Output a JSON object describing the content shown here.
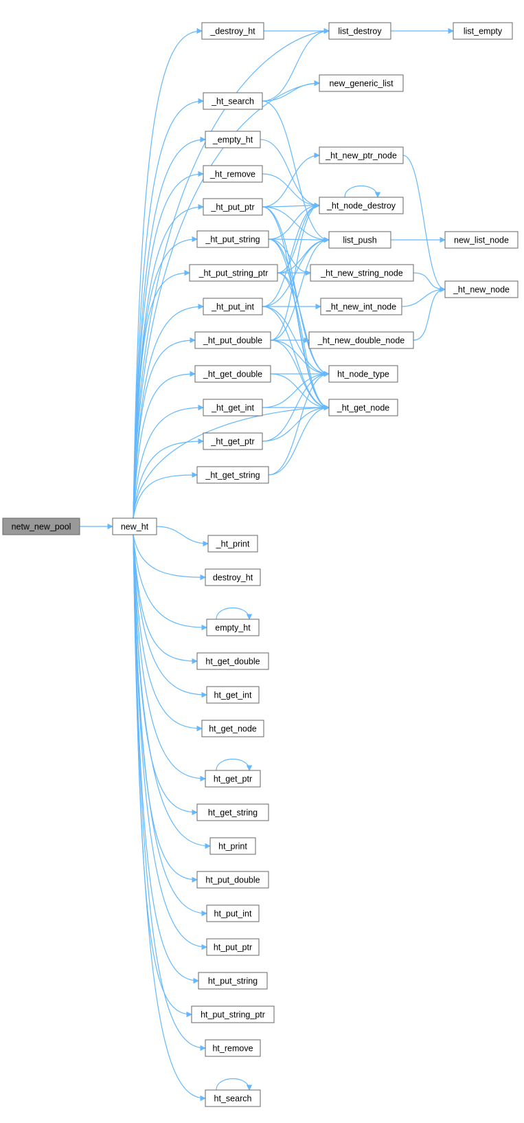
{
  "graph": {
    "edge_color": "#63b8ff",
    "node_border_color": "#666666",
    "root_fill_color": "#999999",
    "nodes": {
      "netw_new_pool": "netw_new_pool",
      "new_ht": "new_ht",
      "_destroy_ht": "_destroy_ht",
      "list_destroy": "list_destroy",
      "list_empty": "list_empty",
      "new_generic_list": "new_generic_list",
      "_ht_search": "_ht_search",
      "_empty_ht": "_empty_ht",
      "_ht_new_ptr_node": "_ht_new_ptr_node",
      "_ht_remove": "_ht_remove",
      "_ht_node_destroy": "_ht_node_destroy",
      "_ht_put_ptr": "_ht_put_ptr",
      "_ht_put_string": "_ht_put_string",
      "list_push": "list_push",
      "new_list_node": "new_list_node",
      "_ht_put_string_ptr": "_ht_put_string_ptr",
      "_ht_new_string_node": "_ht_new_string_node",
      "_ht_new_node": "_ht_new_node",
      "_ht_put_int": "_ht_put_int",
      "_ht_new_int_node": "_ht_new_int_node",
      "_ht_put_double": "_ht_put_double",
      "_ht_new_double_node": "_ht_new_double_node",
      "_ht_get_double": "_ht_get_double",
      "ht_node_type": "ht_node_type",
      "_ht_get_int": "_ht_get_int",
      "_ht_get_node": "_ht_get_node",
      "_ht_get_ptr": "_ht_get_ptr",
      "_ht_get_string": "_ht_get_string",
      "_ht_print": "_ht_print",
      "destroy_ht": "destroy_ht",
      "empty_ht": "empty_ht",
      "ht_get_double": "ht_get_double",
      "ht_get_int": "ht_get_int",
      "ht_get_node": "ht_get_node",
      "ht_get_ptr": "ht_get_ptr",
      "ht_get_string": "ht_get_string",
      "ht_print": "ht_print",
      "ht_put_double": "ht_put_double",
      "ht_put_int": "ht_put_int",
      "ht_put_ptr": "ht_put_ptr",
      "ht_put_string": "ht_put_string",
      "ht_put_string_ptr": "ht_put_string_ptr",
      "ht_remove": "ht_remove",
      "ht_search": "ht_search"
    },
    "edges": [
      [
        "netw_new_pool",
        "new_ht"
      ],
      [
        "new_ht",
        "_destroy_ht"
      ],
      [
        "new_ht",
        "list_destroy"
      ],
      [
        "new_ht",
        "new_generic_list"
      ],
      [
        "new_ht",
        "_ht_search"
      ],
      [
        "new_ht",
        "_empty_ht"
      ],
      [
        "new_ht",
        "_ht_remove"
      ],
      [
        "new_ht",
        "_ht_put_ptr"
      ],
      [
        "new_ht",
        "_ht_put_string"
      ],
      [
        "new_ht",
        "_ht_put_string_ptr"
      ],
      [
        "new_ht",
        "_ht_put_int"
      ],
      [
        "new_ht",
        "_ht_put_double"
      ],
      [
        "new_ht",
        "_ht_get_double"
      ],
      [
        "new_ht",
        "_ht_get_int"
      ],
      [
        "new_ht",
        "_ht_get_ptr"
      ],
      [
        "new_ht",
        "_ht_get_string"
      ],
      [
        "new_ht",
        "_ht_get_node"
      ],
      [
        "new_ht",
        "_ht_print"
      ],
      [
        "new_ht",
        "destroy_ht"
      ],
      [
        "new_ht",
        "empty_ht"
      ],
      [
        "new_ht",
        "ht_get_double"
      ],
      [
        "new_ht",
        "ht_get_int"
      ],
      [
        "new_ht",
        "ht_get_node"
      ],
      [
        "new_ht",
        "ht_get_ptr"
      ],
      [
        "new_ht",
        "ht_get_string"
      ],
      [
        "new_ht",
        "ht_print"
      ],
      [
        "new_ht",
        "ht_put_double"
      ],
      [
        "new_ht",
        "ht_put_int"
      ],
      [
        "new_ht",
        "ht_put_ptr"
      ],
      [
        "new_ht",
        "ht_put_string"
      ],
      [
        "new_ht",
        "ht_put_string_ptr"
      ],
      [
        "new_ht",
        "ht_remove"
      ],
      [
        "new_ht",
        "ht_search"
      ],
      [
        "_destroy_ht",
        "list_destroy"
      ],
      [
        "list_destroy",
        "list_empty"
      ],
      [
        "_ht_search",
        "list_destroy"
      ],
      [
        "_ht_search",
        "new_generic_list"
      ],
      [
        "_ht_search",
        "list_push"
      ],
      [
        "_empty_ht",
        "_ht_node_destroy"
      ],
      [
        "_ht_remove",
        "_ht_node_destroy"
      ],
      [
        "_ht_put_ptr",
        "_ht_new_ptr_node"
      ],
      [
        "_ht_put_ptr",
        "_ht_node_destroy"
      ],
      [
        "_ht_put_ptr",
        "list_push"
      ],
      [
        "_ht_put_ptr",
        "ht_node_type"
      ],
      [
        "_ht_put_ptr",
        "_ht_get_node"
      ],
      [
        "_ht_put_string",
        "_ht_node_destroy"
      ],
      [
        "_ht_put_string",
        "list_push"
      ],
      [
        "_ht_put_string",
        "_ht_new_string_node"
      ],
      [
        "_ht_put_string",
        "ht_node_type"
      ],
      [
        "_ht_put_string",
        "_ht_get_node"
      ],
      [
        "_ht_put_string_ptr",
        "_ht_node_destroy"
      ],
      [
        "_ht_put_string_ptr",
        "list_push"
      ],
      [
        "_ht_put_string_ptr",
        "_ht_new_string_node"
      ],
      [
        "_ht_put_string_ptr",
        "ht_node_type"
      ],
      [
        "_ht_put_string_ptr",
        "_ht_get_node"
      ],
      [
        "_ht_put_int",
        "_ht_node_destroy"
      ],
      [
        "_ht_put_int",
        "list_push"
      ],
      [
        "_ht_put_int",
        "_ht_new_int_node"
      ],
      [
        "_ht_put_int",
        "ht_node_type"
      ],
      [
        "_ht_put_int",
        "_ht_get_node"
      ],
      [
        "_ht_put_double",
        "_ht_node_destroy"
      ],
      [
        "_ht_put_double",
        "list_push"
      ],
      [
        "_ht_put_double",
        "_ht_new_double_node"
      ],
      [
        "_ht_put_double",
        "ht_node_type"
      ],
      [
        "_ht_put_double",
        "_ht_get_node"
      ],
      [
        "_ht_get_double",
        "ht_node_type"
      ],
      [
        "_ht_get_double",
        "_ht_get_node"
      ],
      [
        "_ht_get_int",
        "ht_node_type"
      ],
      [
        "_ht_get_int",
        "_ht_get_node"
      ],
      [
        "_ht_get_ptr",
        "ht_node_type"
      ],
      [
        "_ht_get_ptr",
        "_ht_get_node"
      ],
      [
        "_ht_get_string",
        "ht_node_type"
      ],
      [
        "_ht_get_string",
        "_ht_get_node"
      ],
      [
        "_ht_node_destroy",
        "_ht_node_destroy"
      ],
      [
        "list_push",
        "new_list_node"
      ],
      [
        "_ht_new_ptr_node",
        "_ht_new_node"
      ],
      [
        "_ht_new_string_node",
        "_ht_new_node"
      ],
      [
        "_ht_new_int_node",
        "_ht_new_node"
      ],
      [
        "_ht_new_double_node",
        "_ht_new_node"
      ],
      [
        "empty_ht",
        "empty_ht"
      ],
      [
        "ht_get_ptr",
        "ht_get_ptr"
      ],
      [
        "ht_search",
        "ht_search"
      ]
    ]
  }
}
